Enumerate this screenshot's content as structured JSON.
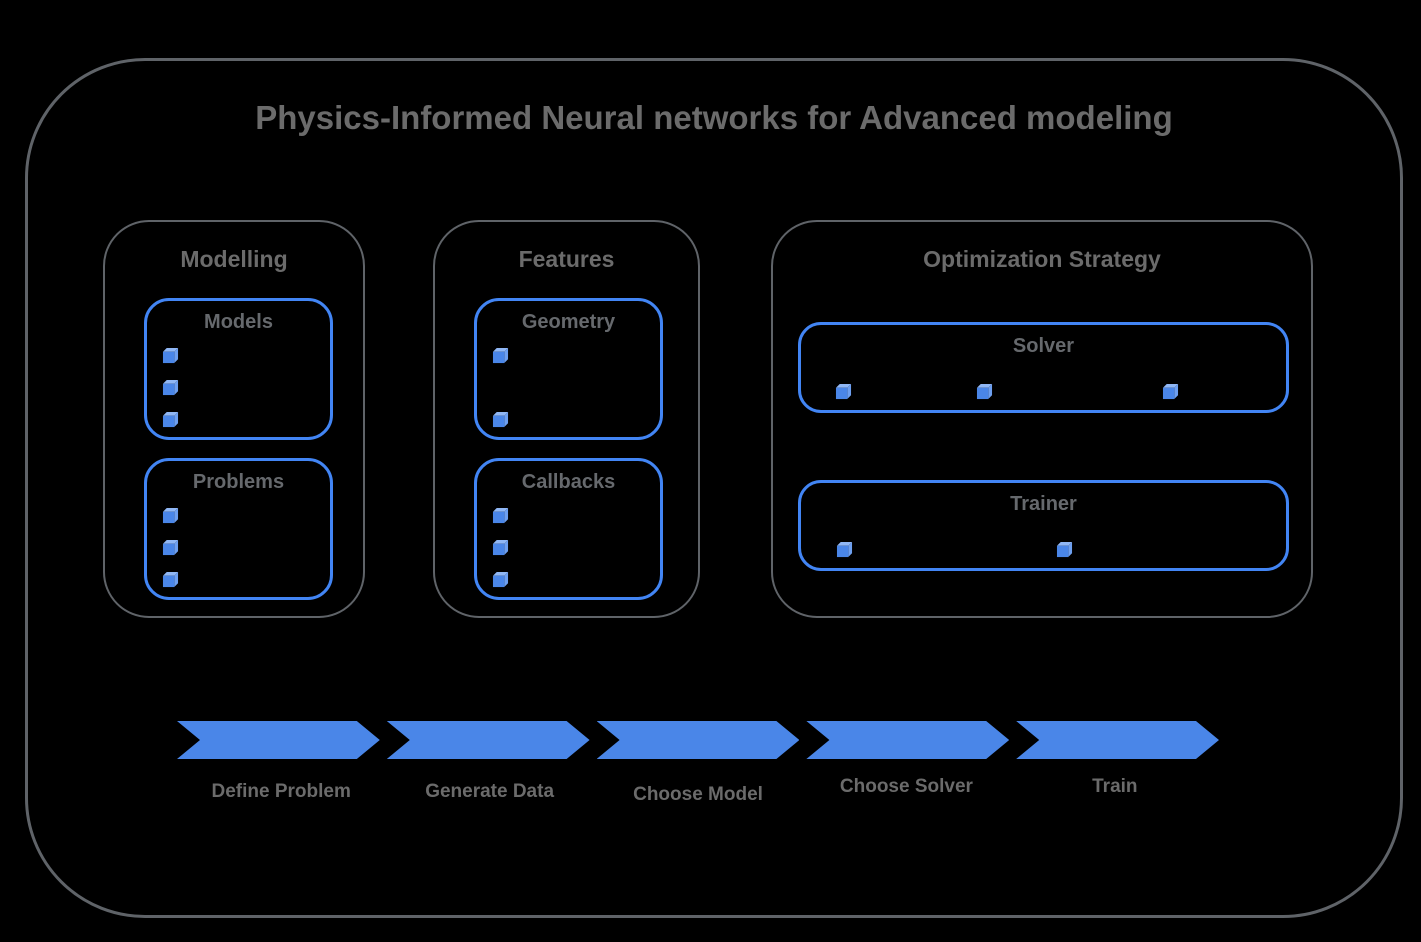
{
  "title": "Physics-Informed Neural networks for Advanced modeling",
  "groups": [
    {
      "label": "Modelling",
      "boxes": [
        {
          "label": "Models",
          "bullets": 3
        },
        {
          "label": "Problems",
          "bullets": 3
        }
      ]
    },
    {
      "label": "Features",
      "boxes": [
        {
          "label": "Geometry",
          "bullets": 2
        },
        {
          "label": "Callbacks",
          "bullets": 3
        }
      ]
    },
    {
      "label": "Optimization Strategy",
      "boxes": [
        {
          "label": "Solver",
          "bullets": 3
        },
        {
          "label": "Trainer",
          "bullets": 2
        }
      ]
    }
  ],
  "flow_steps": [
    {
      "label": "Define Problem"
    },
    {
      "label": "Generate Data"
    },
    {
      "label": "Choose Model"
    },
    {
      "label": "Choose Solver"
    },
    {
      "label": "Train"
    }
  ],
  "icons": {
    "bullet": "cube-icon"
  },
  "colors": {
    "background": "#000000",
    "border_gray": "#5f6368",
    "text_gray": "#6b6b6b",
    "box_border_blue": "#4285f4",
    "arrow_blue": "#4a86e8",
    "cube_front": "#4a86e8",
    "cube_top": "#90b7f5",
    "cube_side": "#6d9ff0"
  }
}
